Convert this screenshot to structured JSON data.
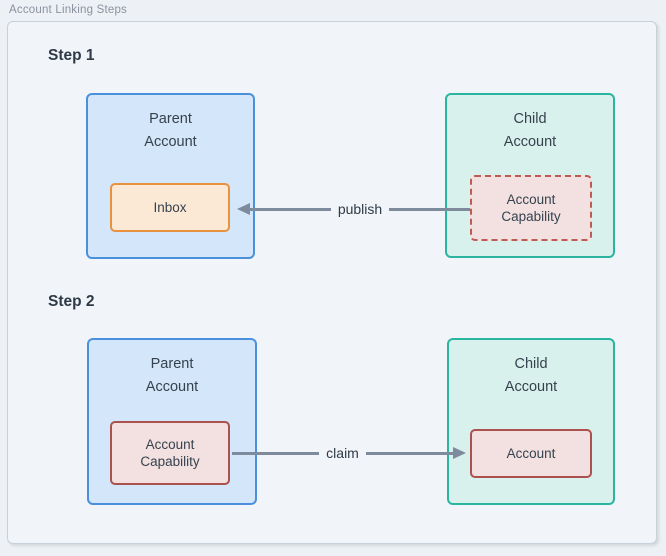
{
  "diagram": {
    "title": "Account Linking Steps"
  },
  "colors": {
    "page_bg": "#edf0f4",
    "frame_bg": "#f1f4f8",
    "frame_border": "#c8d1da",
    "blue_fill": "#d4e6f9",
    "blue_border": "#4a90dc",
    "teal_fill": "#d8f1ec",
    "teal_border": "#2ab5a0",
    "orange_fill": "#fbe9d6",
    "orange_border": "#e8913f",
    "pink_fill": "#f2e1e0",
    "red_border": "#ab514e",
    "red_border_dashed": "#bf5b55",
    "arrow": "#7d8b9c",
    "text": "#36424e",
    "heading": "#2e3a47",
    "label_gray": "#8a939f"
  },
  "steps": [
    {
      "label": "Step 1",
      "parent": {
        "title_lines": [
          "Parent",
          "Account"
        ],
        "inner": {
          "label_lines": [
            "Inbox"
          ],
          "style": "orange"
        }
      },
      "child": {
        "title_lines": [
          "Child",
          "Account"
        ],
        "inner": {
          "label_lines": [
            "Account",
            "Capability"
          ],
          "style": "pink-dashed"
        }
      },
      "arrow": {
        "label": "publish",
        "direction": "left"
      }
    },
    {
      "label": "Step 2",
      "parent": {
        "title_lines": [
          "Parent",
          "Account"
        ],
        "inner": {
          "label_lines": [
            "Account",
            "Capability"
          ],
          "style": "pink"
        }
      },
      "child": {
        "title_lines": [
          "Child",
          "Account"
        ],
        "inner": {
          "label_lines": [
            "Account"
          ],
          "style": "pink"
        }
      },
      "arrow": {
        "label": "claim",
        "direction": "right"
      }
    }
  ]
}
